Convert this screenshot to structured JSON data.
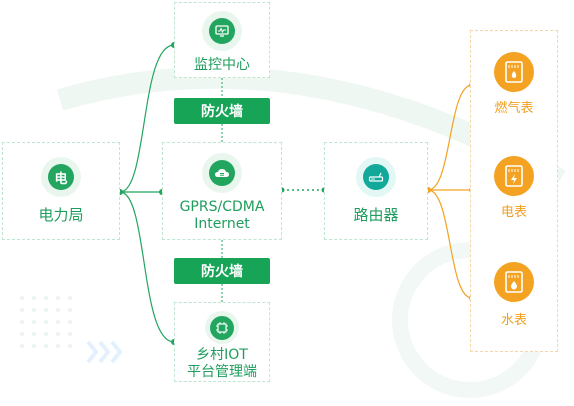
{
  "nodes": {
    "power_bureau": {
      "label": "电力局",
      "icon_text": "电",
      "icon": "power-icon"
    },
    "monitor_center": {
      "label": "监控中心",
      "icon": "monitor-icon"
    },
    "gprs": {
      "label_line1": "GPRS/CDMA",
      "label_line2": "Internet",
      "icon": "cloud-icon"
    },
    "village_iot": {
      "label_line1": "乡村IOT",
      "label_line2": "平台管理端",
      "icon": "chip-icon"
    },
    "router": {
      "label": "路由器",
      "icon": "router-icon"
    }
  },
  "firewalls": {
    "top": "防火墙",
    "bottom": "防火墙"
  },
  "meters": [
    {
      "label": "燃气表",
      "icon": "gas-meter-icon"
    },
    {
      "label": "电表",
      "icon": "electric-meter-icon"
    },
    {
      "label": "水表",
      "icon": "water-meter-icon"
    }
  ],
  "colors": {
    "green": "#1f9d5c",
    "green_dark": "#17a456",
    "orange": "#f3a221",
    "dashed_green": "#bfe6cf",
    "dashed_orange": "#f6d6a8"
  }
}
